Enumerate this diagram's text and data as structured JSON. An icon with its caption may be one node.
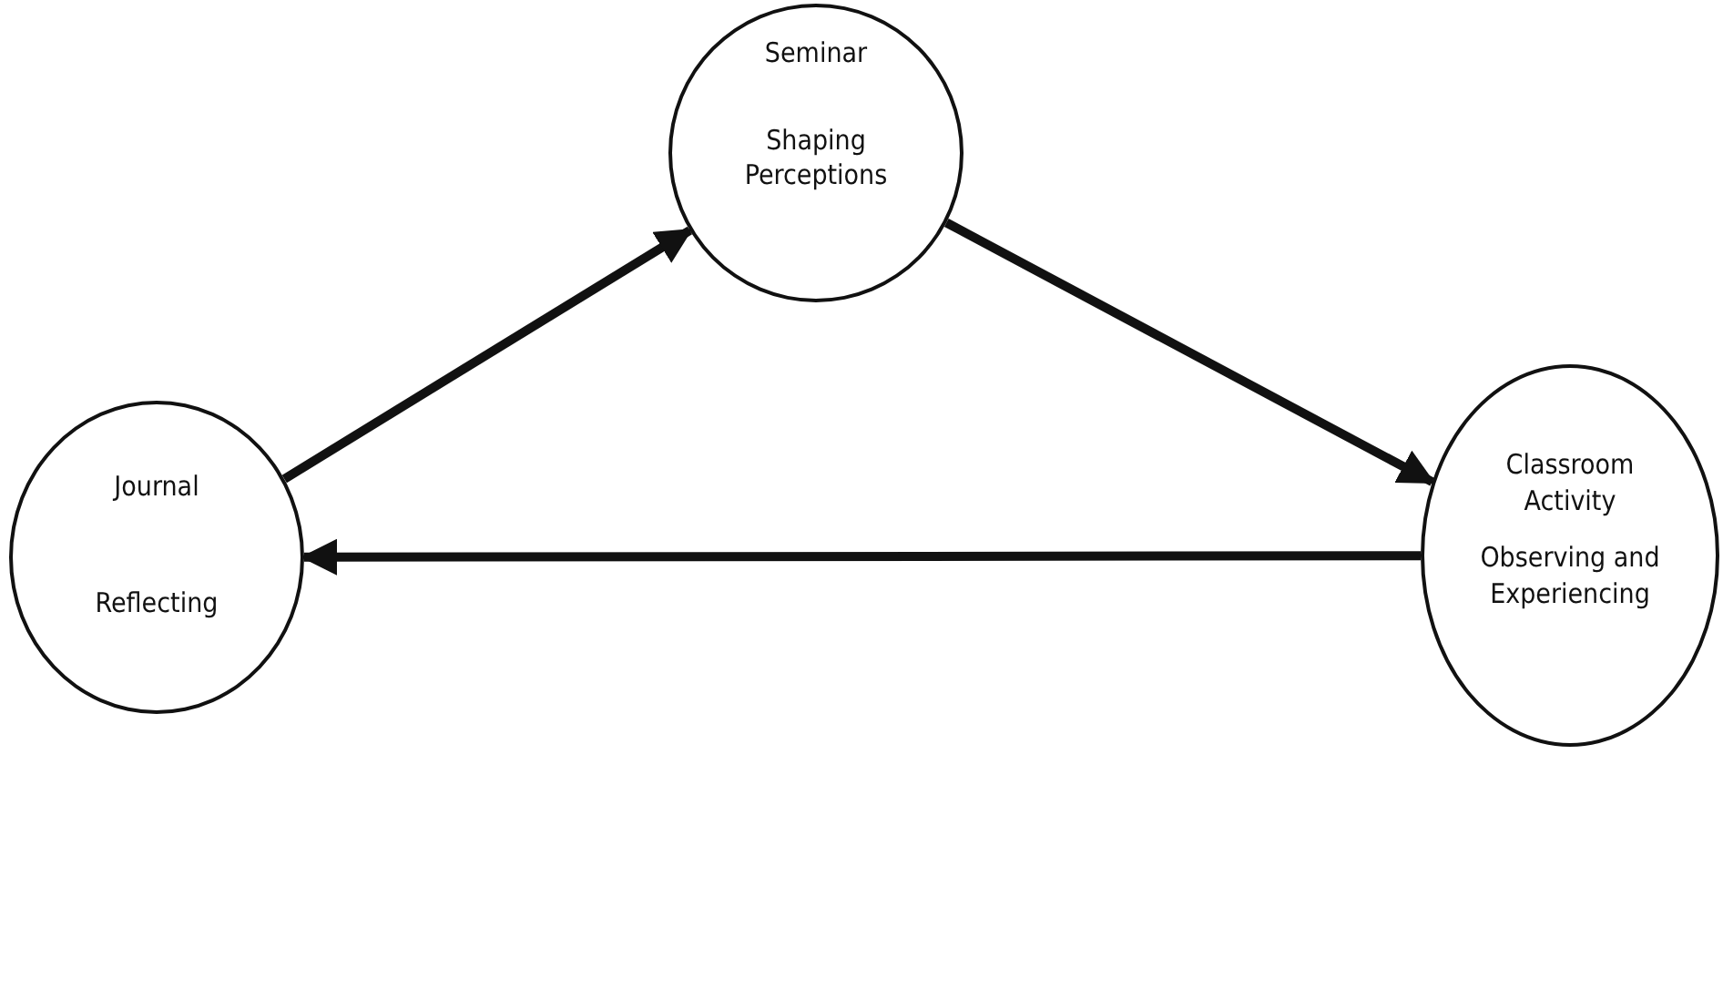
{
  "diagram": {
    "nodes": [
      {
        "text": [
          "Seminar",
          "Shaping Perceptions"
        ]
      },
      {
        "text": [
          "Classroom Activity",
          "Observing and Experiencing"
        ]
      },
      {
        "text": [
          "Journal",
          "Reflecting"
        ]
      }
    ],
    "edges": [
      {
        "from": 2,
        "to": 0,
        "arrow": "to"
      },
      {
        "from": 0,
        "to": 1,
        "arrow": "to"
      },
      {
        "from": 1,
        "to": 2,
        "arrow": "to"
      }
    ]
  }
}
